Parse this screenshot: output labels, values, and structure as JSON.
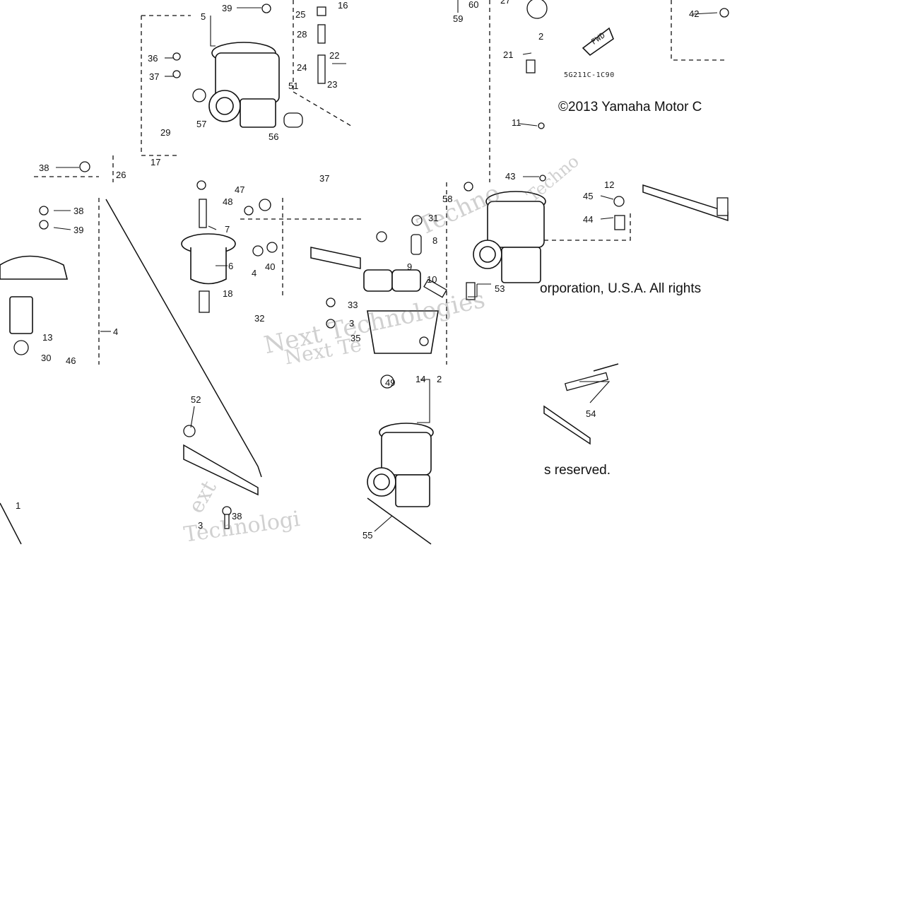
{
  "copyright": {
    "line1": "©2013 Yamaha Motor C",
    "line2": "orporation, U.S.A. All rights",
    "line3": "s reserved."
  },
  "part_code": "5G211C-1C90",
  "fwd_label": "FWD",
  "watermarks": [
    "Next Technologies",
    "Techno",
    "Next Te",
    "Technologi",
    "ext",
    "Techno"
  ],
  "callouts": [
    "39",
    "5",
    "25",
    "28",
    "24",
    "16",
    "22",
    "23",
    "59",
    "60",
    "27",
    "21",
    "42",
    "36",
    "37",
    "29",
    "57",
    "56",
    "51",
    "17",
    "26",
    "38",
    "38",
    "39",
    "13",
    "30",
    "46",
    "4",
    "47",
    "48",
    "7",
    "6",
    "40",
    "4",
    "18",
    "32",
    "33",
    "3",
    "35",
    "37",
    "43",
    "45",
    "44",
    "12",
    "58",
    "31",
    "8",
    "9",
    "10",
    "53",
    "11",
    "49",
    "14",
    "2",
    "52",
    "38",
    "3",
    "55",
    "54",
    "1",
    "2"
  ]
}
